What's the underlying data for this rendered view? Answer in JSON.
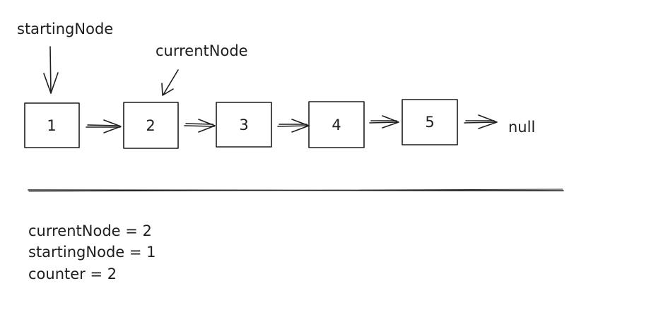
{
  "pointers": {
    "starting_node": "startingNode",
    "current_node": "currentNode"
  },
  "nodes": [
    "1",
    "2",
    "3",
    "4",
    "5"
  ],
  "terminator": "null",
  "state": {
    "lines": [
      "currentNode = 2",
      "startingNode = 1",
      "counter = 2"
    ]
  },
  "colors": {
    "ink": "#1e1e1e",
    "background": "#ffffff"
  }
}
